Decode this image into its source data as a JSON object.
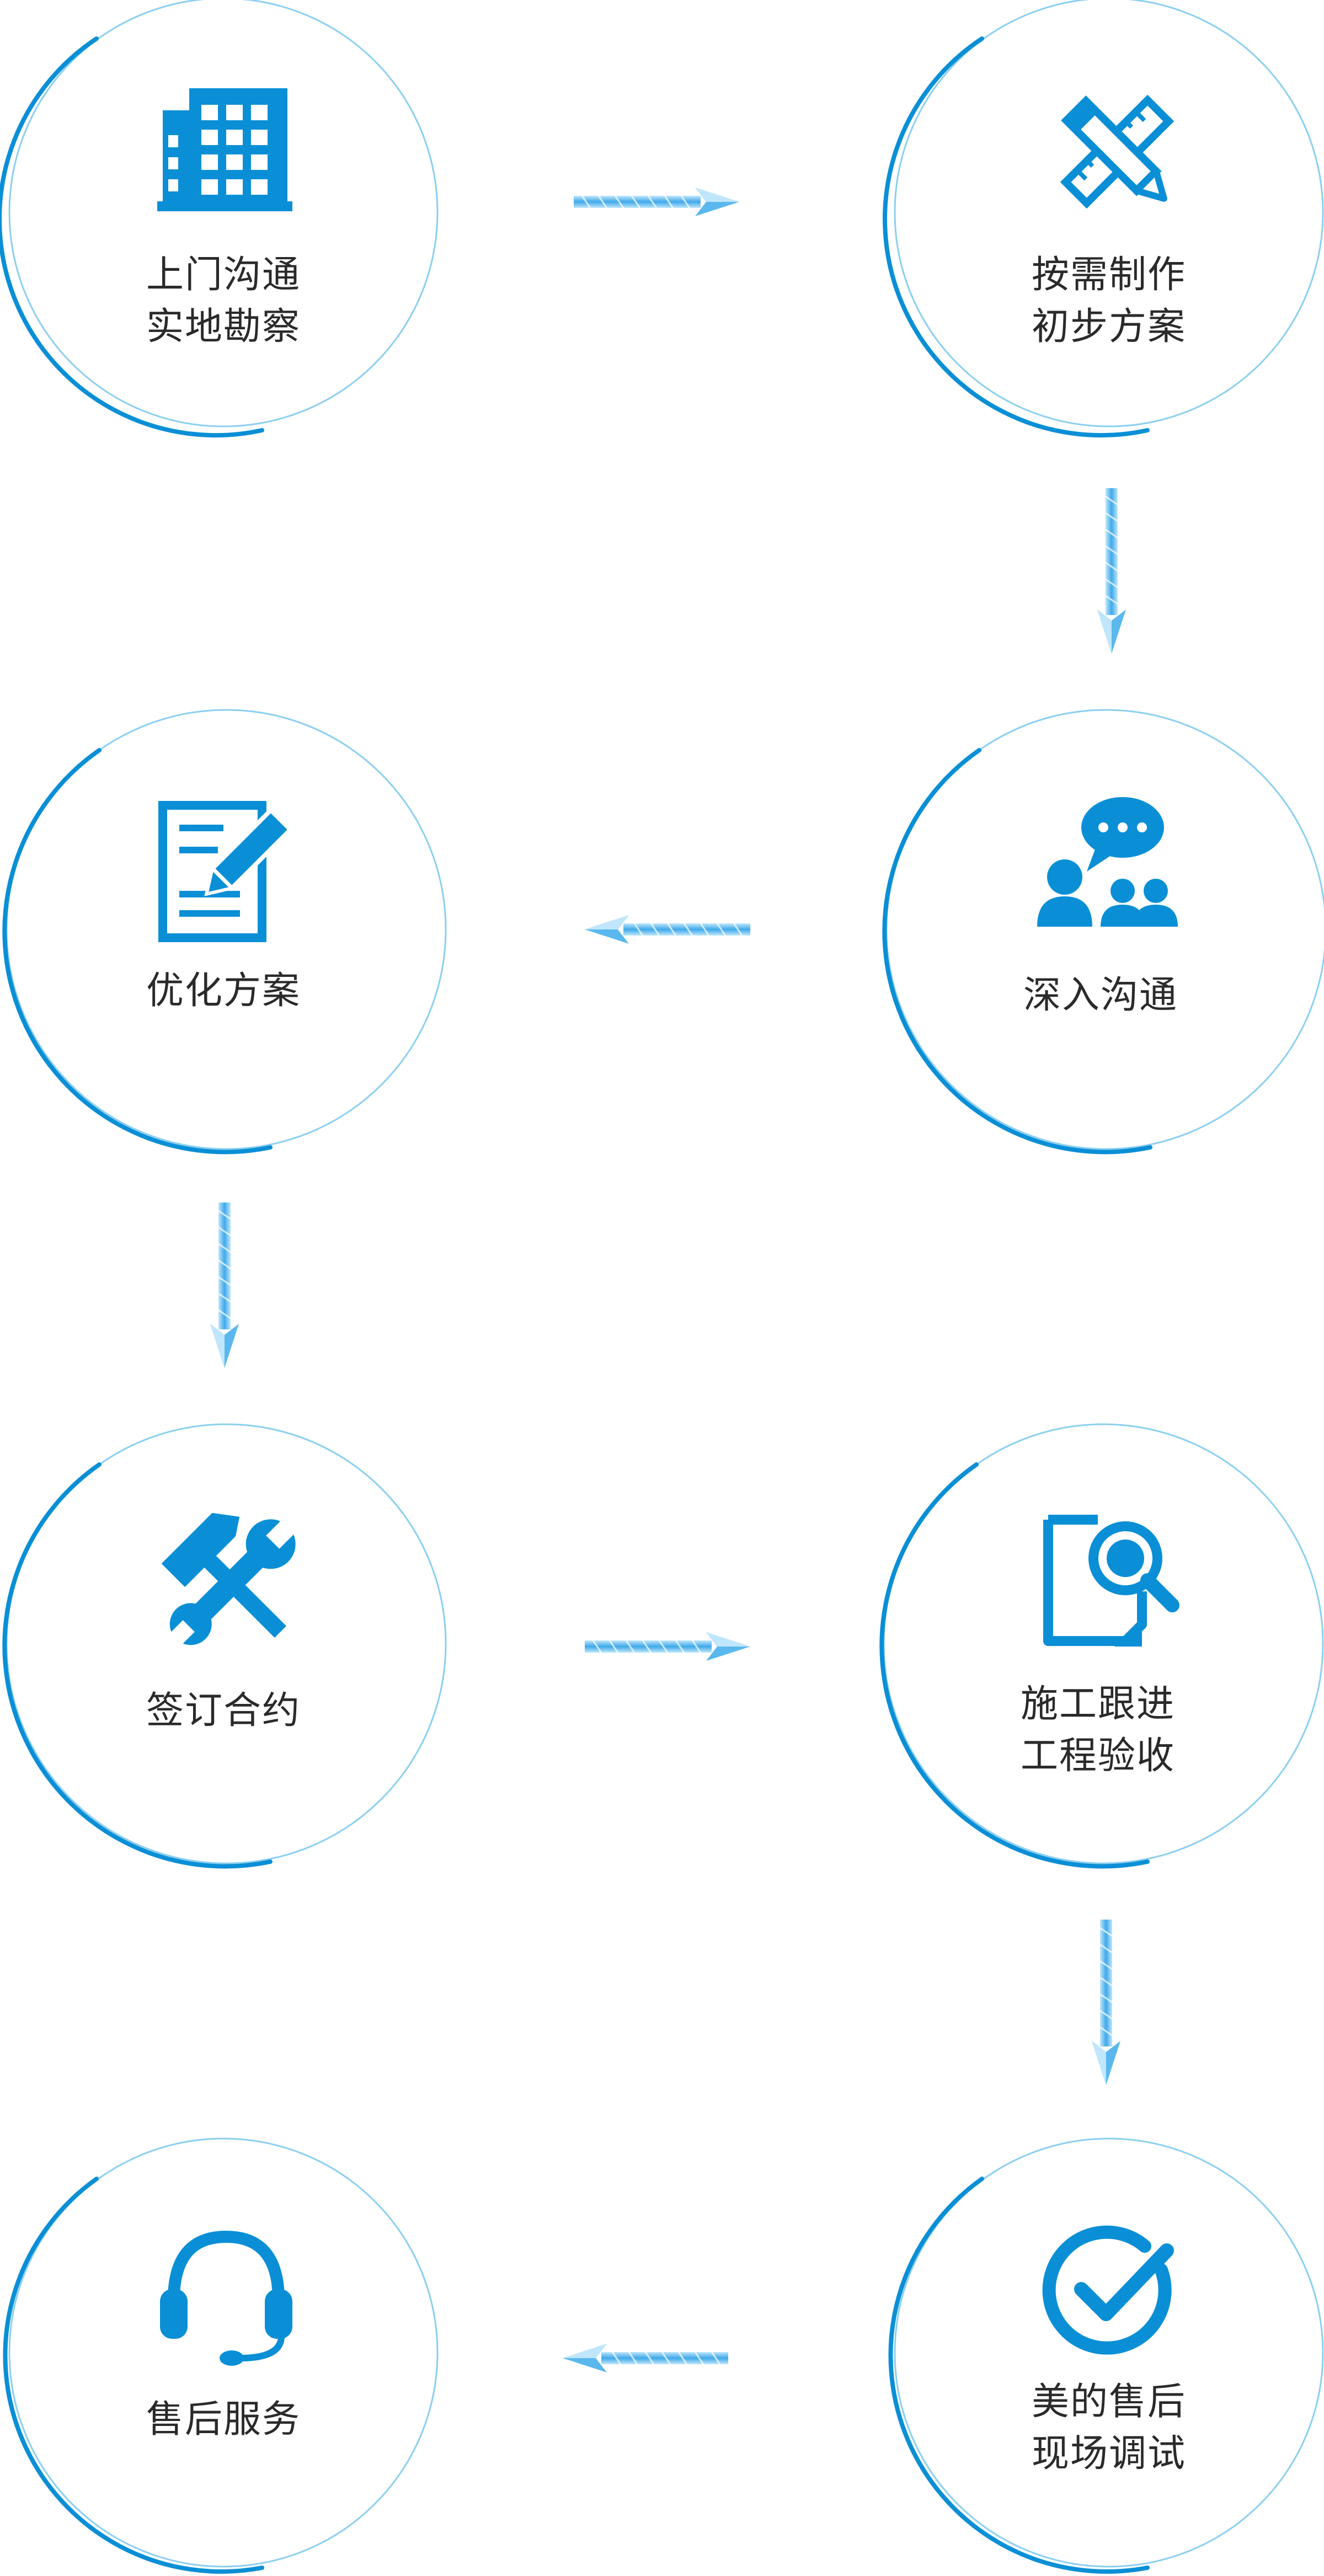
{
  "accent_color": "#0a8fd6",
  "ring_color": "#8ccff0",
  "arrow_color": "#5ab8ee",
  "steps": [
    {
      "id": 1,
      "icon": "building-icon",
      "lines": [
        "上门沟通",
        "实地勘察"
      ]
    },
    {
      "id": 2,
      "icon": "ruler-pencil-icon",
      "lines": [
        "按需制作",
        "初步方案"
      ]
    },
    {
      "id": 3,
      "icon": "document-edit-icon",
      "lines": [
        "优化方案"
      ]
    },
    {
      "id": 4,
      "icon": "team-chat-icon",
      "lines": [
        "深入沟通"
      ]
    },
    {
      "id": 5,
      "icon": "tools-icon",
      "lines": [
        "签订合约"
      ]
    },
    {
      "id": 6,
      "icon": "document-search-icon",
      "lines": [
        "施工跟进",
        "工程验收"
      ]
    },
    {
      "id": 7,
      "icon": "headset-icon",
      "lines": [
        "售后服务"
      ]
    },
    {
      "id": 8,
      "icon": "check-circle-icon",
      "lines": [
        "美的售后",
        "现场调试"
      ]
    }
  ]
}
